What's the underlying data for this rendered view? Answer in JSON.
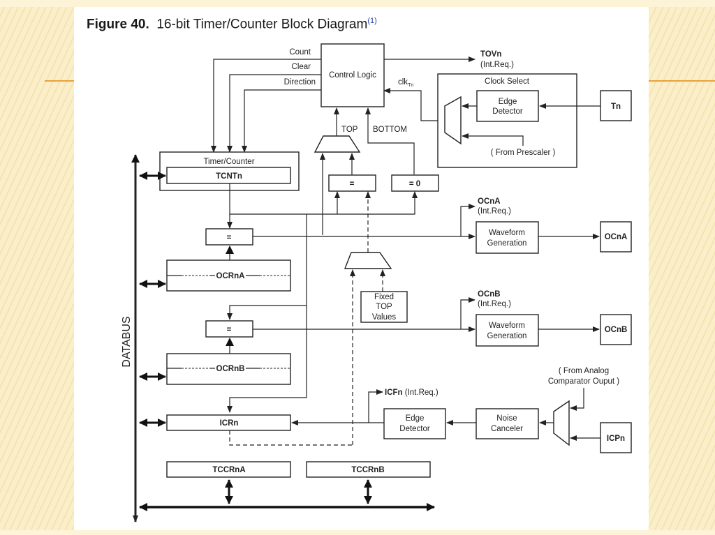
{
  "figure": {
    "number": "Figure 40.",
    "title": "16-bit Timer/Counter Block Diagram",
    "footnote_ref": "(1)"
  },
  "blocks": {
    "control_logic": "Control Logic",
    "clock_select": "Clock Select",
    "edge_detector_clk": [
      "Edge",
      "Detector"
    ],
    "from_prescaler": "( From Prescaler )",
    "tn": "Tn",
    "timer_counter": "Timer/Counter",
    "tcntn": "TCNTn",
    "eq_top": "=",
    "eq_zero": "= 0",
    "eq_a": "=",
    "eq_b": "=",
    "ocrna": "OCRnA",
    "ocrnb": "OCRnB",
    "fixed_top": [
      "Fixed",
      "TOP",
      "Values"
    ],
    "waveform_a": [
      "Waveform",
      "Generation"
    ],
    "waveform_b": [
      "Waveform",
      "Generation"
    ],
    "ocna_pin": "OCnA",
    "ocnb_pin": "OCnB",
    "icrn": "ICRn",
    "edge_detector_ic": [
      "Edge",
      "Detector"
    ],
    "noise_canceler": [
      "Noise",
      "Canceler"
    ],
    "icpn": "ICPn",
    "from_analog": [
      "( From Analog",
      "Comparator Ouput )"
    ],
    "tccrna": "TCCRnA",
    "tccrnb": "TCCRnB",
    "databus": "DATABUS"
  },
  "signals": {
    "count": "Count",
    "clear": "Clear",
    "direction": "Direction",
    "clk": "clk",
    "clk_sub": "Tn",
    "top": "TOP",
    "bottom": "BOTTOM",
    "tovn": "TOVn",
    "tovn_req": "(Int.Req.)",
    "ocna_flag": "OCnA",
    "ocna_req": "(Int.Req.)",
    "ocnb_flag": "OCnB",
    "ocnb_req": "(Int.Req.)",
    "icfn_flag": "ICFn",
    "icfn_req": "(Int.Req.)"
  }
}
